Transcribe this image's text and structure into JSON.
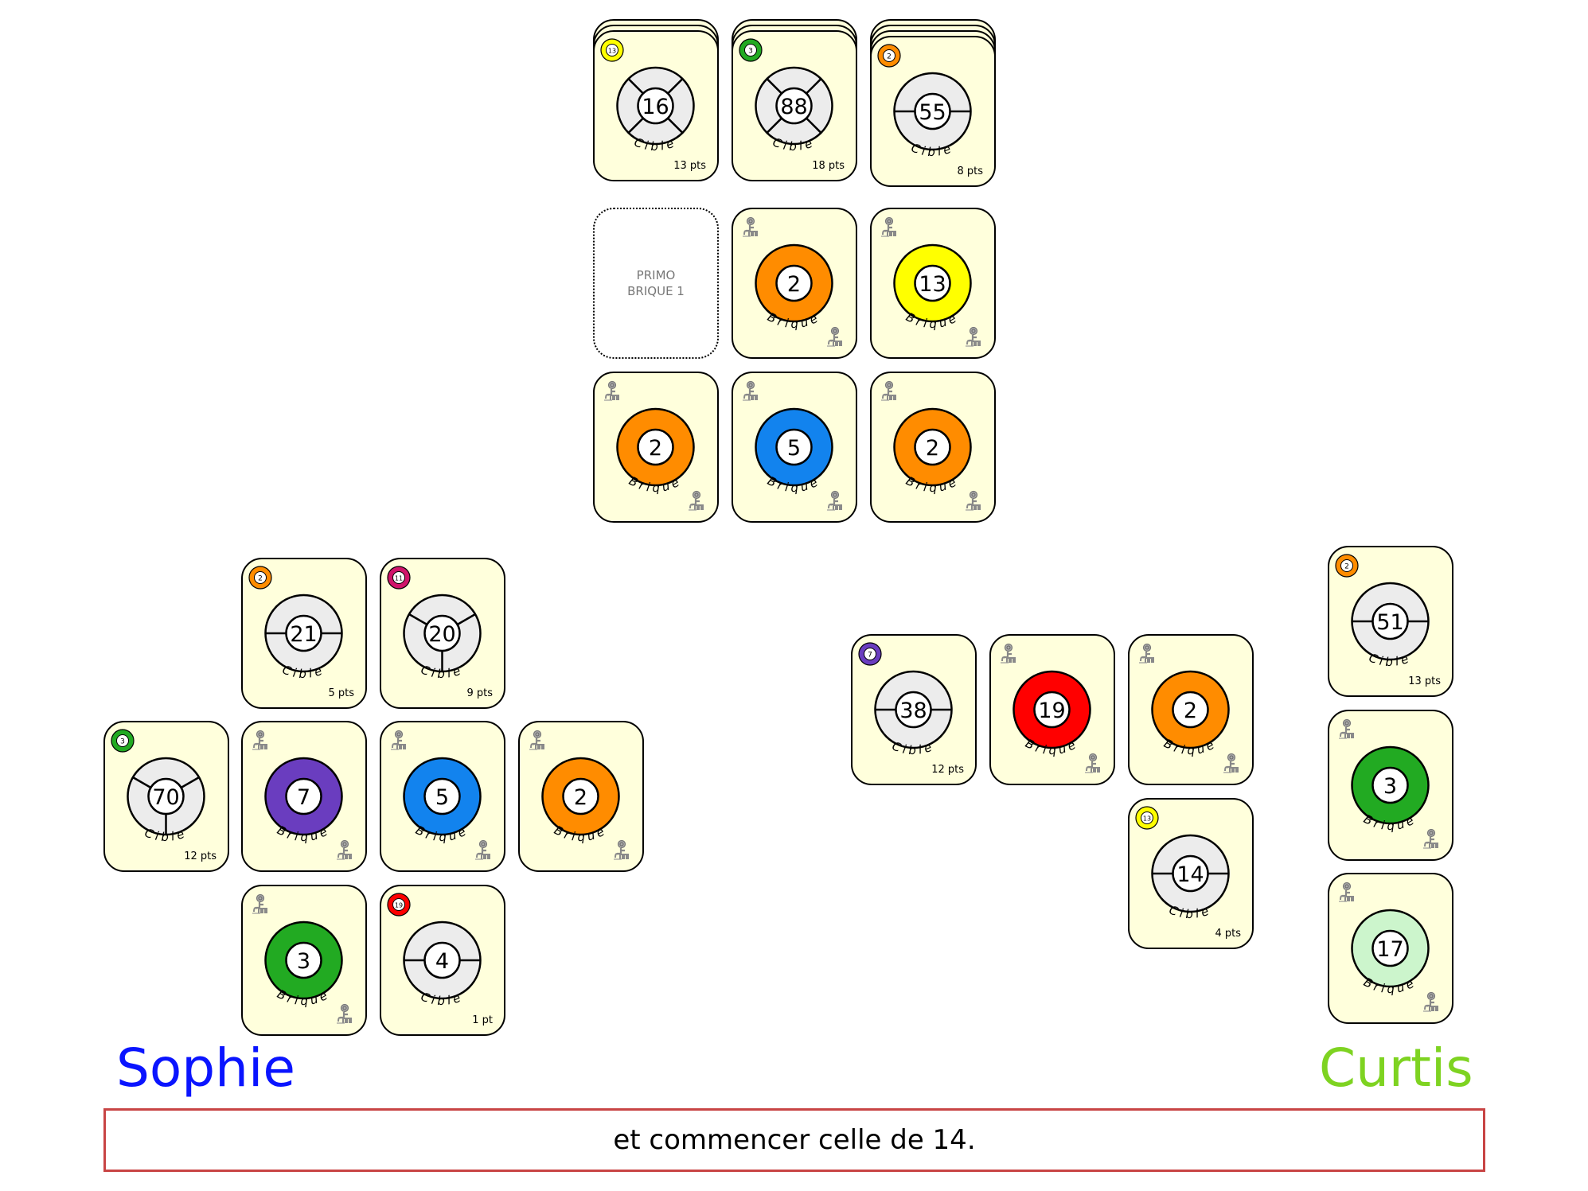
{
  "colors": {
    "card_bg": "#ffffdc",
    "target_ring": "#ececec",
    "sophie": "#0a14ff",
    "curtis": "#7ed321",
    "message_border": "#c84444",
    "ball": {
      "2": "#ff8c00",
      "3": "#22aa22",
      "5": "#1283ee",
      "7": "#6a3dbf",
      "11": "#d0146a",
      "13": "#ffff00",
      "17": "#ccf5cc",
      "19": "#ff0000"
    }
  },
  "labels": {
    "target": "Cible",
    "brick": "Brique"
  },
  "center": {
    "stacks": [
      {
        "type": "target",
        "value": "16",
        "badge": "13",
        "points": "13 pts",
        "sectors": 4,
        "stack_depth": 3
      },
      {
        "type": "target",
        "value": "88",
        "badge": "3",
        "points": "18 pts",
        "sectors": 4,
        "stack_depth": 3
      },
      {
        "type": "target",
        "value": "55",
        "badge": "2",
        "points": "8 pts",
        "sectors": 2,
        "stack_depth": 4
      }
    ],
    "empty_slot": {
      "line1": "PRIMO",
      "line2": "BRIQUE 1"
    },
    "row2_bricks": [
      {
        "type": "brick",
        "value": "2"
      },
      {
        "type": "brick",
        "value": "13"
      }
    ],
    "row3_bricks": [
      {
        "type": "brick",
        "value": "2"
      },
      {
        "type": "brick",
        "value": "5"
      },
      {
        "type": "brick",
        "value": "2"
      }
    ]
  },
  "players": {
    "sophie": {
      "name": "Sophie",
      "cards": [
        {
          "type": "target",
          "value": "21",
          "badge": "2",
          "points": "5 pts",
          "sectors": 2
        },
        {
          "type": "target",
          "value": "20",
          "badge": "11",
          "points": "9 pts",
          "sectors": 3
        },
        {
          "type": "target",
          "value": "70",
          "badge": "3",
          "points": "12 pts",
          "sectors": 3
        },
        {
          "type": "brick",
          "value": "7"
        },
        {
          "type": "brick",
          "value": "5"
        },
        {
          "type": "brick",
          "value": "2"
        },
        {
          "type": "brick",
          "value": "3"
        },
        {
          "type": "target",
          "value": "4",
          "badge": "19",
          "points": "1 pt",
          "sectors": 2
        }
      ]
    },
    "curtis": {
      "name": "Curtis",
      "cards": [
        {
          "type": "target",
          "value": "38",
          "badge": "7",
          "points": "12 pts",
          "sectors": 2
        },
        {
          "type": "brick",
          "value": "19"
        },
        {
          "type": "brick",
          "value": "2"
        },
        {
          "type": "target",
          "value": "14",
          "badge": "13",
          "points": "4 pts",
          "sectors": 2
        },
        {
          "type": "target",
          "value": "51",
          "badge": "2",
          "points": "13 pts",
          "sectors": 2
        },
        {
          "type": "brick",
          "value": "3"
        },
        {
          "type": "brick",
          "value": "17"
        }
      ]
    }
  },
  "message": "et commencer celle de 14."
}
